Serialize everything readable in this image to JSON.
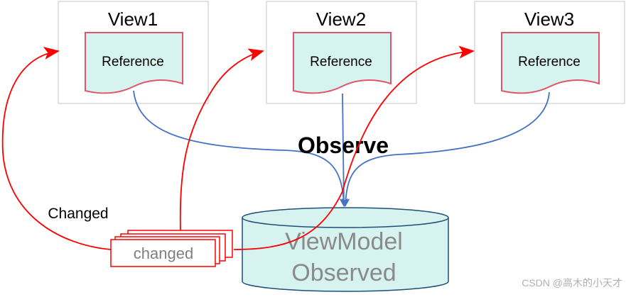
{
  "views": [
    {
      "title": "View1",
      "reference_label": "Reference"
    },
    {
      "title": "View2",
      "reference_label": "Reference"
    },
    {
      "title": "View3",
      "reference_label": "Reference"
    }
  ],
  "observe_label": "Observe",
  "viewmodel": {
    "line1": "ViewModel",
    "line2": "Observed"
  },
  "changed_stack_label": "changed",
  "changed_arrow_label": "Changed",
  "watermark": "CSDN @高木的小天才",
  "colors": {
    "view_border": "#d9d9d9",
    "doc_fill": "#d6f3f0",
    "doc_stroke": "#e05569",
    "observe_arrow": "#4472c4",
    "changed_arrow": "#ff0000",
    "db_fill": "#d6f3f0",
    "db_stroke": "#1f4e79",
    "db_text": "#8a8a8a",
    "changed_text": "#7f7f7f",
    "watermark": "#b0b0b0"
  }
}
